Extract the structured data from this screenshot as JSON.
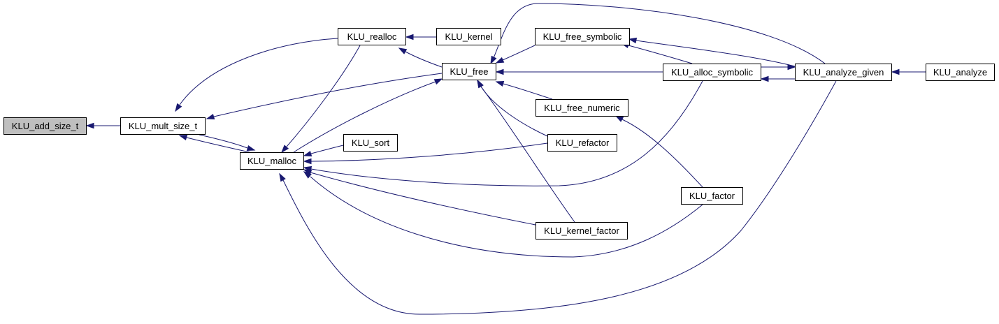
{
  "graph": {
    "colors": {
      "edge": "#191970",
      "node_border": "#000000",
      "node_fill": "#ffffff",
      "current_node_fill": "#bfbfbf"
    },
    "nodes": {
      "add_size_t": "KLU_add_size_t",
      "mult_size_t": "KLU_mult_size_t",
      "realloc": "KLU_realloc",
      "malloc": "KLU_malloc",
      "kernel": "KLU_kernel",
      "free": "KLU_free",
      "sort": "KLU_sort",
      "free_symbolic": "KLU_free_symbolic",
      "free_numeric": "KLU_free_numeric",
      "refactor": "KLU_refactor",
      "kernel_factor": "KLU_kernel_factor",
      "alloc_symbolic": "KLU_alloc_symbolic",
      "factor": "KLU_factor",
      "analyze_given": "KLU_analyze_given",
      "analyze": "KLU_analyze"
    },
    "edges": [
      {
        "callee": "add_size_t",
        "caller": "mult_size_t"
      },
      {
        "callee": "mult_size_t",
        "caller": "realloc"
      },
      {
        "callee": "mult_size_t",
        "caller": "free"
      },
      {
        "callee": "mult_size_t",
        "caller": "malloc"
      },
      {
        "callee": "malloc",
        "caller": "mult_size_t"
      },
      {
        "callee": "realloc",
        "caller": "kernel"
      },
      {
        "callee": "realloc",
        "caller": "free"
      },
      {
        "callee": "free",
        "caller": "malloc"
      },
      {
        "callee": "free",
        "caller": "free_symbolic"
      },
      {
        "callee": "free",
        "caller": "alloc_symbolic"
      },
      {
        "callee": "free",
        "caller": "free_numeric"
      },
      {
        "callee": "free",
        "caller": "refactor"
      },
      {
        "callee": "free",
        "caller": "kernel_factor"
      },
      {
        "callee": "free",
        "caller": "analyze_given"
      },
      {
        "callee": "malloc",
        "caller": "realloc"
      },
      {
        "callee": "malloc",
        "caller": "sort"
      },
      {
        "callee": "malloc",
        "caller": "refactor"
      },
      {
        "callee": "malloc",
        "caller": "alloc_symbolic"
      },
      {
        "callee": "malloc",
        "caller": "kernel_factor"
      },
      {
        "callee": "malloc",
        "caller": "factor"
      },
      {
        "callee": "malloc",
        "caller": "analyze_given"
      },
      {
        "callee": "free_symbolic",
        "caller": "alloc_symbolic"
      },
      {
        "callee": "free_symbolic",
        "caller": "analyze_given"
      },
      {
        "callee": "free_numeric",
        "caller": "factor"
      },
      {
        "callee": "alloc_symbolic",
        "caller": "analyze_given"
      },
      {
        "callee": "analyze_given",
        "caller": "alloc_symbolic"
      },
      {
        "callee": "analyze_given",
        "caller": "analyze"
      }
    ]
  }
}
